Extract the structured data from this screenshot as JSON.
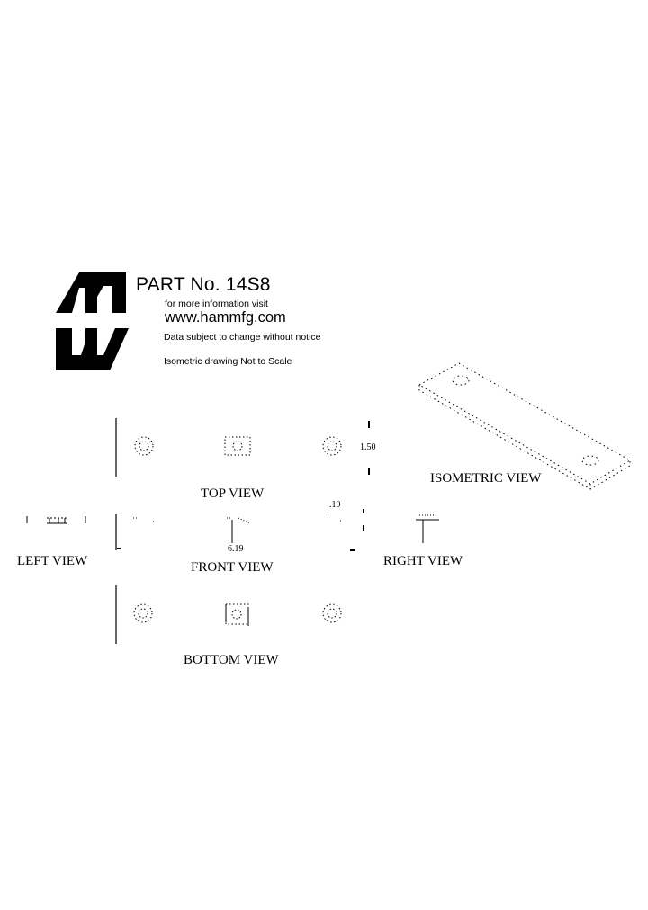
{
  "header": {
    "logo": "hmw-logo",
    "part_number": "PART No.  14S8",
    "info_line": "for more information visit",
    "website": "www.hammfg.com",
    "notice": "Data subject to change without notice",
    "scale_note": "Isometric drawing Not to Scale"
  },
  "views": {
    "top": "TOP VIEW",
    "front": "FRONT VIEW",
    "left": "LEFT VIEW",
    "right": "RIGHT VIEW",
    "bottom": "BOTTOM VIEW",
    "isometric": "ISOMETRIC VIEW"
  },
  "dimensions": {
    "width": "1.50",
    "thickness": ".19",
    "length": "6.19"
  },
  "colors": {
    "ink": "#000000",
    "background": "#ffffff"
  }
}
